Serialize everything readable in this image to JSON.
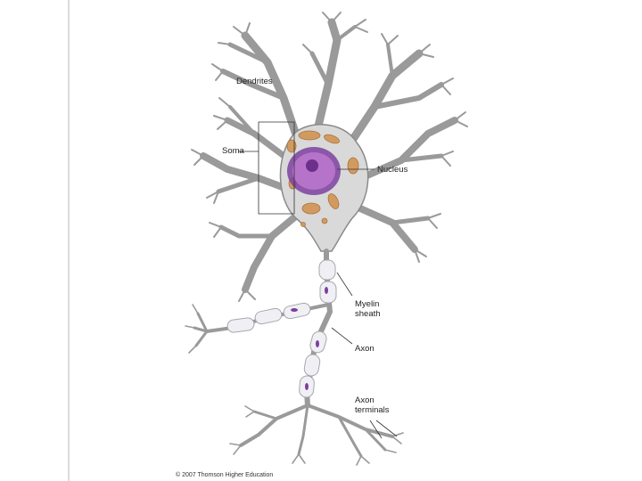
{
  "labels": {
    "dendrites": "Dendrites",
    "soma": "Soma",
    "nucleus": "Nucleus",
    "myelin_sheath": "Myelin\nsheath",
    "axon": "Axon",
    "axon_terminals": "Axon\nterminals"
  },
  "copyright": "© 2007 Thomson Higher Education",
  "colors": {
    "cell_fill": "#d9d9d9",
    "cell_stroke": "#8a8a8a",
    "nucleus": "#9b59b6",
    "nucleolus": "#6c2f8a",
    "organelle": "#d39a5f",
    "myelin": "#f0f0f4",
    "leader_line": "#333333"
  }
}
